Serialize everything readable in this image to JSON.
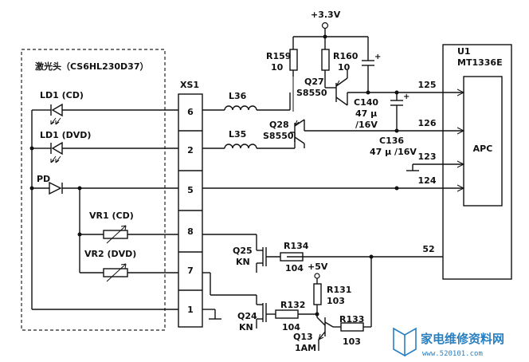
{
  "supply": {
    "v33": "+3.3V",
    "v5": "+5V"
  },
  "pickup": {
    "title": "激光头（CS6HL230D37）",
    "ld_cd": "LD1 (CD)",
    "ld_dvd": "LD1 (DVD)",
    "pd": "PD",
    "vr1": "VR1 (CD)",
    "vr2": "VR2 (DVD)"
  },
  "connector": {
    "name": "XS1",
    "pins": [
      "6",
      "2",
      "5",
      "8",
      "7",
      "1"
    ]
  },
  "inductors": {
    "l36": "L36",
    "l35": "L35"
  },
  "resistors": {
    "r159": "R159",
    "r159v": "10",
    "r160": "R160",
    "r160v": "10",
    "r134": "R134",
    "r134v": "104",
    "r131": "R131",
    "r131v": "103",
    "r132": "R132",
    "r132v": "104",
    "r133": "R133",
    "r133v": "103"
  },
  "capacitors": {
    "c140": "C140",
    "c140v": "47 μ",
    "c140r": "/16V",
    "c136": "C136",
    "c136v": "47 μ /16V"
  },
  "transistors": {
    "q27": "Q27",
    "q27t": "S8550",
    "q28": "Q28",
    "q28t": "S8550",
    "q25": "Q25",
    "q25t": "KN",
    "q24": "Q24",
    "q24t": "KN",
    "q13": "Q13",
    "q13t": "1AM"
  },
  "ic": {
    "ref": "U1",
    "part": "MT1336E",
    "block": "APC",
    "pins": [
      "125",
      "126",
      "123",
      "124",
      "52"
    ]
  },
  "watermark": {
    "cn": "家电维修资料网",
    "url": "www.520101.com"
  }
}
